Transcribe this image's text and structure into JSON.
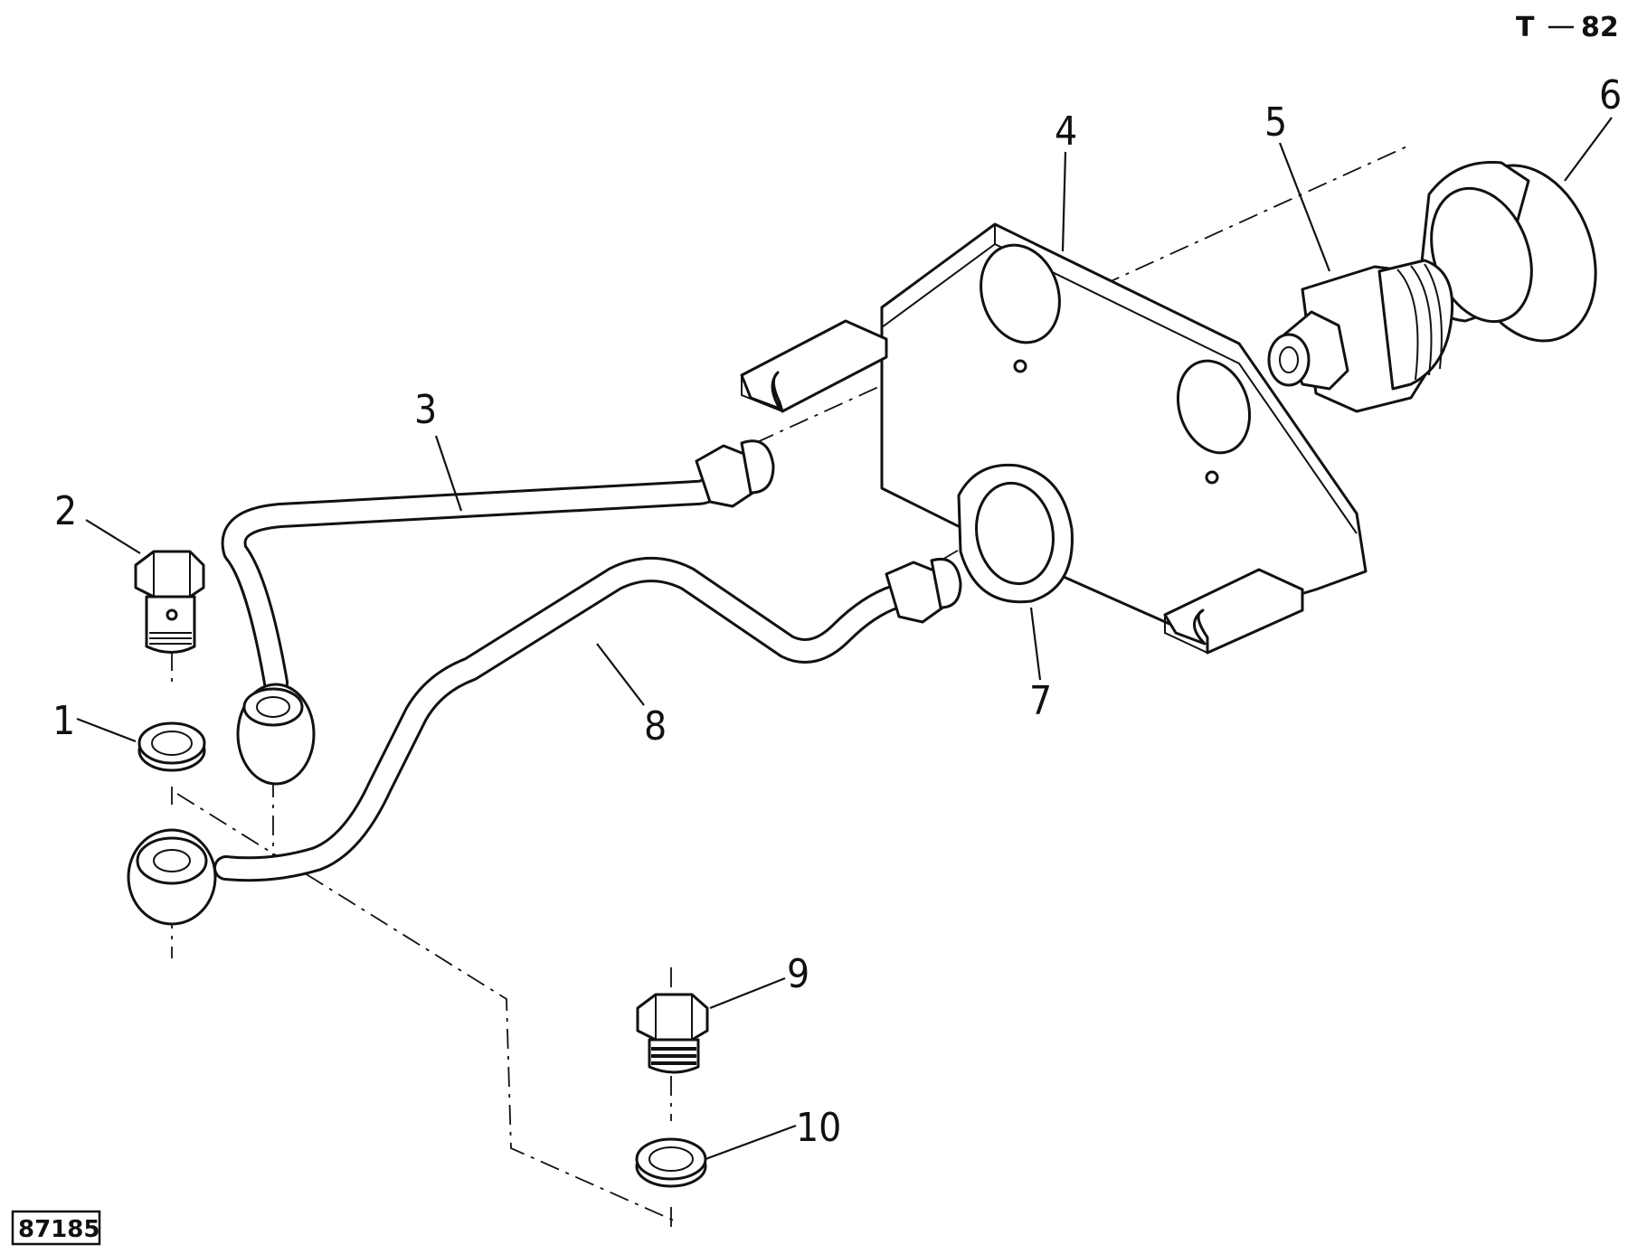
{
  "page_ref": {
    "series": "T",
    "number": "82"
  },
  "figure_id": "87185",
  "callouts": [
    "1",
    "2",
    "3",
    "4",
    "5",
    "6",
    "7",
    "8",
    "9",
    "10"
  ]
}
